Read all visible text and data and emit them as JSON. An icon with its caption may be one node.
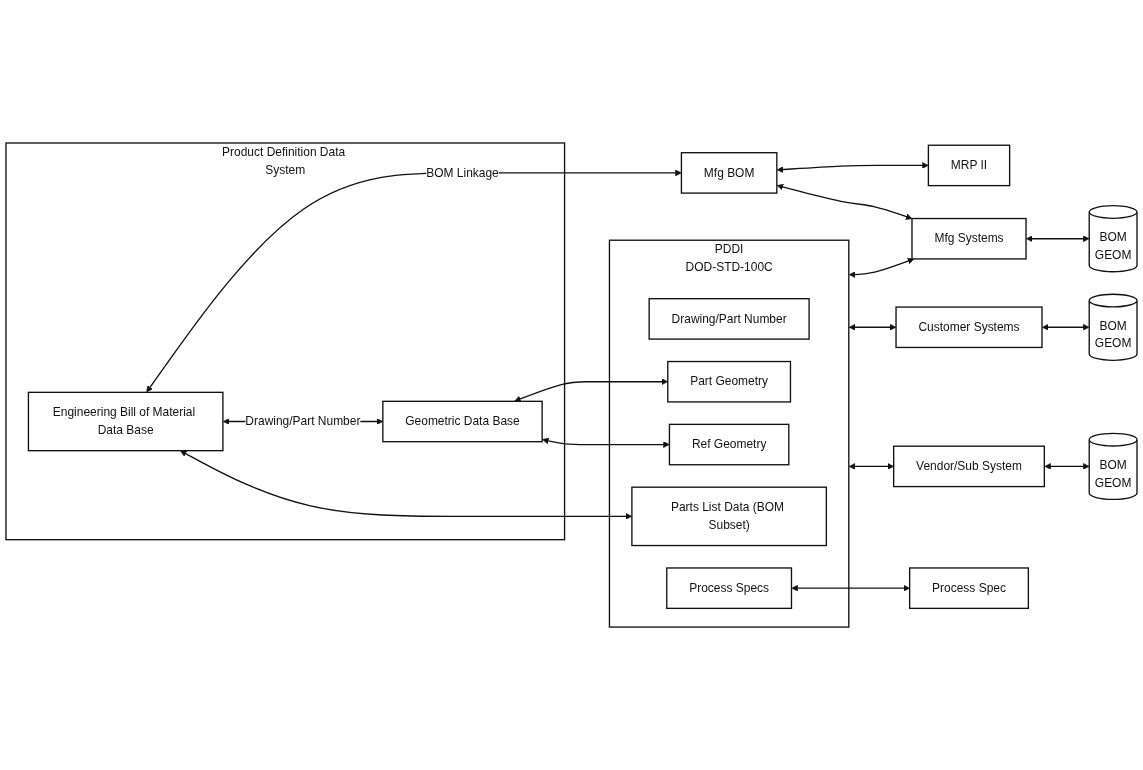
{
  "diagram": {
    "nodes": [
      {
        "text": [
          "Product Definition Data System"
        ]
      },
      {
        "text": [
          "Engineering Bill of Material Data Base"
        ],
        "in": 0
      },
      {
        "text": [
          "Geometric Data Base"
        ],
        "in": 0
      },
      {
        "text": [
          "PDDI",
          "DOD-STD-100C"
        ]
      },
      {
        "text": [
          "Drawing/Part Number"
        ],
        "in": 3
      },
      {
        "text": [
          "Parts List Data (BOM Subset)"
        ],
        "in": 3
      },
      {
        "text": [
          "Part Geometry"
        ],
        "in": 3
      },
      {
        "text": [
          "Ref Geometry"
        ],
        "in": 3
      },
      {
        "text": [
          "Process Specs"
        ],
        "in": 3
      },
      {
        "text": [
          "Process Spec"
        ]
      },
      {
        "text": [
          "Mfg BOM"
        ]
      },
      {
        "text": [
          "MRP II"
        ]
      },
      {
        "text": [
          "Mfg Systems"
        ]
      },
      {
        "text": [
          "BOM",
          "GEOM"
        ]
      },
      {
        "text": [
          "Customer Systems"
        ]
      },
      {
        "text": [
          "BOM",
          "GEOM"
        ]
      },
      {
        "text": [
          "Vendor/Sub System"
        ]
      },
      {
        "text": [
          "BOM",
          "GEOM"
        ]
      }
    ],
    "edges": [
      {
        "from": 1,
        "to": 10,
        "arrow": "both",
        "label": "BOM Linkage"
      },
      {
        "from": 1,
        "to": 2,
        "arrow": "both",
        "label": "Drawing/Part Number"
      },
      {
        "from": 1,
        "to": 5,
        "arrow": "both"
      },
      {
        "from": 2,
        "to": 6,
        "arrow": "both"
      },
      {
        "from": 2,
        "to": 7,
        "arrow": "both"
      },
      {
        "from": 10,
        "to": 11,
        "arrow": "both"
      },
      {
        "from": 10,
        "to": 12,
        "arrow": "both"
      },
      {
        "from": 3,
        "to": 12,
        "arrow": "both"
      },
      {
        "from": 12,
        "to": 13,
        "arrow": "both"
      },
      {
        "from": 3,
        "to": 14,
        "arrow": "both"
      },
      {
        "from": 14,
        "to": 15,
        "arrow": "both"
      },
      {
        "from": 3,
        "to": 16,
        "arrow": "both"
      },
      {
        "from": 16,
        "to": 17,
        "arrow": "both"
      },
      {
        "from": 8,
        "to": 9,
        "arrow": "both"
      }
    ]
  }
}
